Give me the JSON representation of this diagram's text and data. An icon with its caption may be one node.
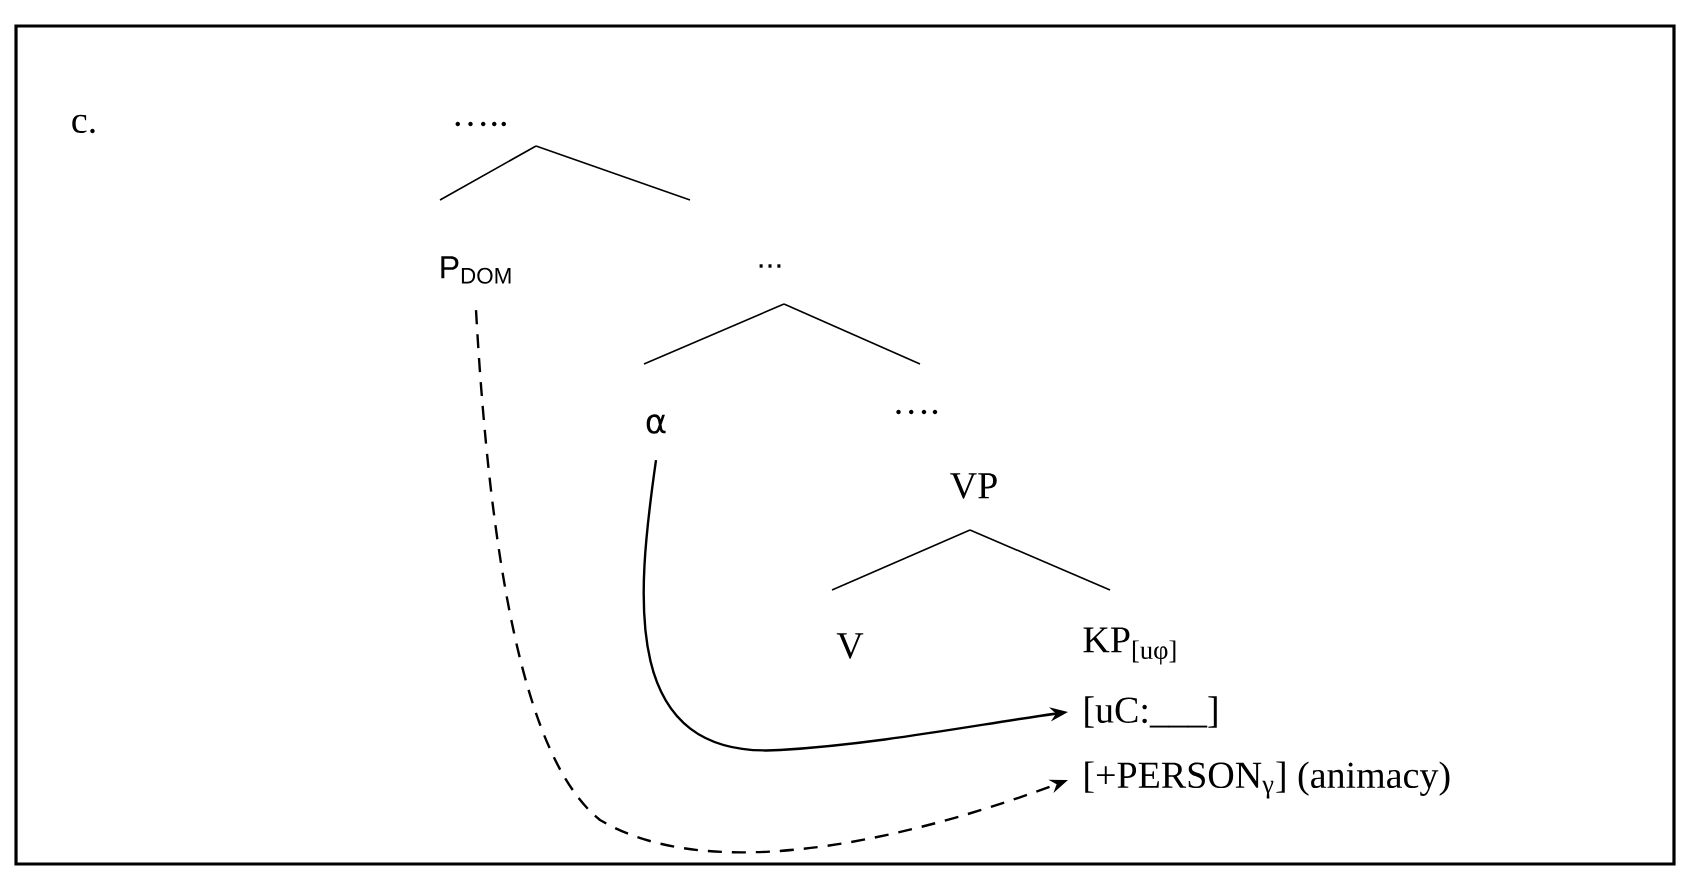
{
  "diagram": {
    "nodes": [
      {
        "text": [
          "….."
        ]
      },
      {
        "text": [
          "P$_{DOM}$"
        ]
      },
      {
        "text": [
          "..."
        ]
      },
      {
        "text": [
          "α"
        ]
      },
      {
        "text": [
          "…."
        ]
      },
      {
        "text": [
          "VP"
        ]
      },
      {
        "text": [
          "V"
        ]
      },
      {
        "text": [
          "KP$_{[uφ]}$"
        ]
      },
      {
        "text": [
          "[uC:___]"
        ]
      },
      {
        "text": [
          "[+PERSON$_{γ}$] (animacy)"
        ]
      }
    ],
    "edges": [
      {
        "from": 0,
        "to": 1,
        "arrow": "none"
      },
      {
        "from": 0,
        "to": 2,
        "arrow": "none"
      },
      {
        "from": 2,
        "to": 3,
        "arrow": "none"
      },
      {
        "from": 2,
        "to": 4,
        "arrow": "none"
      },
      {
        "from": 5,
        "to": 6,
        "arrow": "none"
      },
      {
        "from": 5,
        "to": 7,
        "arrow": "none"
      },
      {
        "from": 3,
        "to": 8,
        "arrow": "to"
      },
      {
        "from": 1,
        "to": 9,
        "arrow": "to",
        "style": "dashed"
      }
    ],
    "labels": [
      "c."
    ]
  }
}
